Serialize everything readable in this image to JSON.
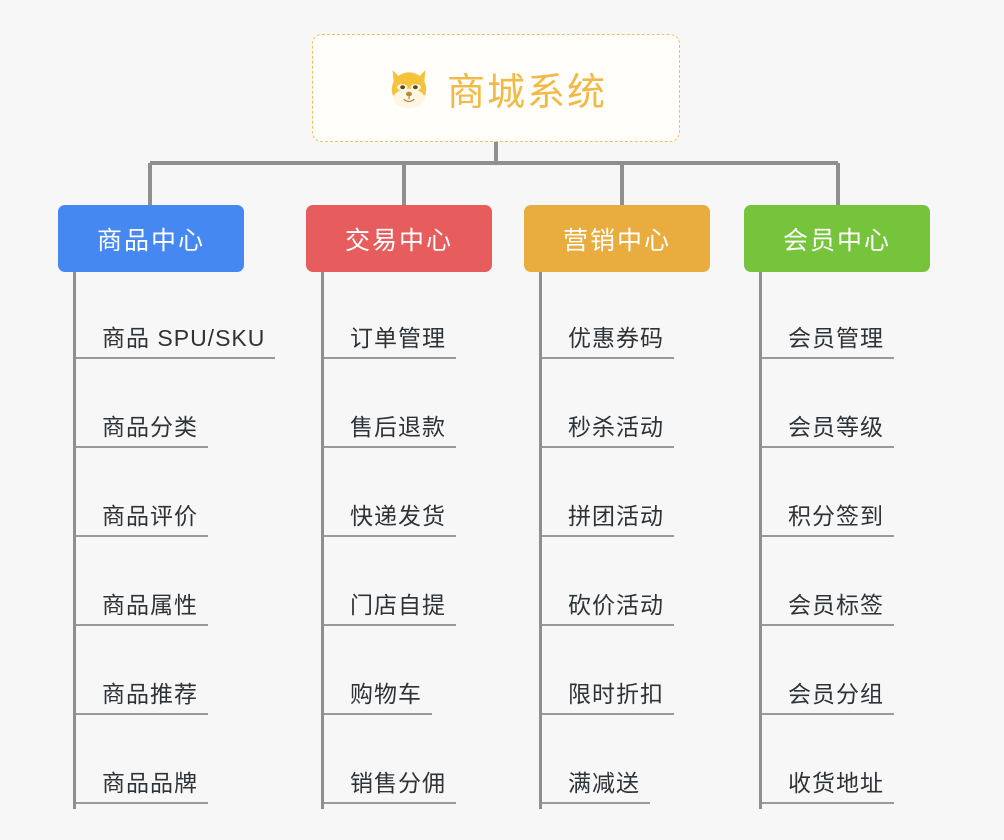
{
  "background_color": "#f7f7f7",
  "root": {
    "title": "商城系统",
    "icon": "shiba-dog-face-icon",
    "text_color": "#f1b945",
    "border_color": "#f0c060"
  },
  "connector_color": "#8f8f8f",
  "columns": [
    {
      "header": "商品中心",
      "color": "#4688f1",
      "items": [
        "商品 SPU/SKU",
        "商品分类",
        "商品评价",
        "商品属性",
        "商品推荐",
        "商品品牌"
      ]
    },
    {
      "header": "交易中心",
      "color": "#e75c5c",
      "items": [
        "订单管理",
        "售后退款",
        "快递发货",
        "门店自提",
        "购物车",
        "销售分佣"
      ]
    },
    {
      "header": "营销中心",
      "color": "#e9ac3e",
      "items": [
        "优惠券码",
        "秒杀活动",
        "拼团活动",
        "砍价活动",
        "限时折扣",
        "满减送"
      ]
    },
    {
      "header": "会员中心",
      "color": "#76c33c",
      "items": [
        "会员管理",
        "会员等级",
        "积分签到",
        "会员标签",
        "会员分组",
        "收货地址"
      ]
    }
  ]
}
